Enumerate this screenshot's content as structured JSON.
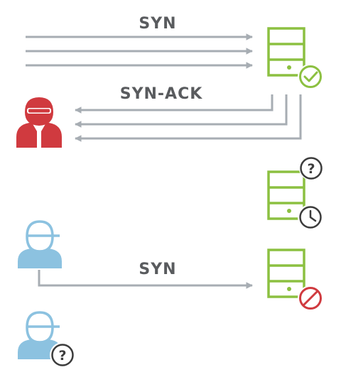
{
  "labels": {
    "syn_top": "SYN",
    "syn_ack": "SYN-ACK",
    "syn_bottom": "SYN",
    "server_unknown_badge": "?",
    "client_unknown_badge": "?"
  },
  "colors": {
    "arrow": "#a7adb3",
    "label": "#595b5e",
    "server": "#8cc041",
    "attacker": "#d03a3f",
    "client": "#8cc2e0",
    "badge_neutral": "#3c3c3c",
    "badge_block": "#d03a3f"
  },
  "icons": {
    "attacker": "hacker-icon",
    "client_1": "user-icon",
    "client_2": "user-icon",
    "server_1": "server-icon",
    "server_2": "server-icon",
    "server_3": "server-icon",
    "check": "check-circle-icon",
    "question": "question-circle-icon",
    "clock": "clock-icon",
    "blocked": "blocked-icon"
  }
}
